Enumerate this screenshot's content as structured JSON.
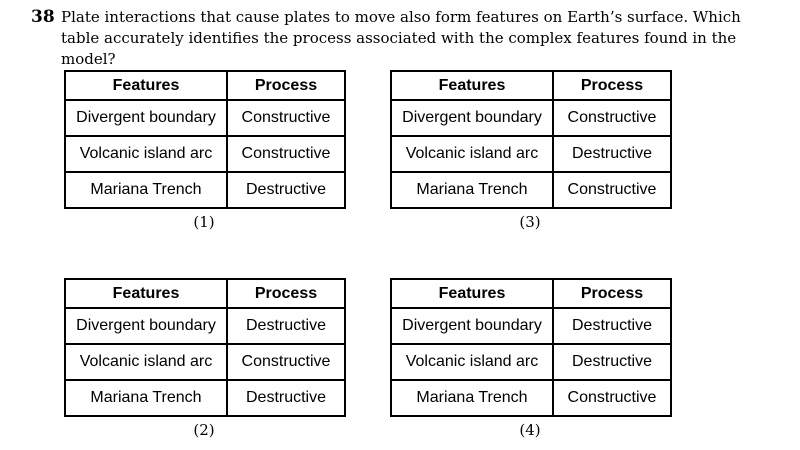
{
  "question": {
    "number": "38",
    "text": "Plate interactions that cause plates to move also form features on Earth’s surface. Which table accurately identifies the process associated with the complex features found in the model?"
  },
  "options": [
    {
      "label": "(1)",
      "headers": [
        "Features",
        "Process"
      ],
      "rows": [
        [
          "Divergent boundary",
          "Constructive"
        ],
        [
          "Volcanic island arc",
          "Constructive"
        ],
        [
          "Mariana Trench",
          "Destructive"
        ]
      ]
    },
    {
      "label": "(2)",
      "headers": [
        "Features",
        "Process"
      ],
      "rows": [
        [
          "Divergent boundary",
          "Destructive"
        ],
        [
          "Volcanic island arc",
          "Constructive"
        ],
        [
          "Mariana Trench",
          "Destructive"
        ]
      ]
    },
    {
      "label": "(3)",
      "headers": [
        "Features",
        "Process"
      ],
      "rows": [
        [
          "Divergent boundary",
          "Constructive"
        ],
        [
          "Volcanic island arc",
          "Destructive"
        ],
        [
          "Mariana Trench",
          "Constructive"
        ]
      ]
    },
    {
      "label": "(4)",
      "headers": [
        "Features",
        "Process"
      ],
      "rows": [
        [
          "Divergent boundary",
          "Destructive"
        ],
        [
          "Volcanic island arc",
          "Destructive"
        ],
        [
          "Mariana Trench",
          "Constructive"
        ]
      ]
    }
  ]
}
